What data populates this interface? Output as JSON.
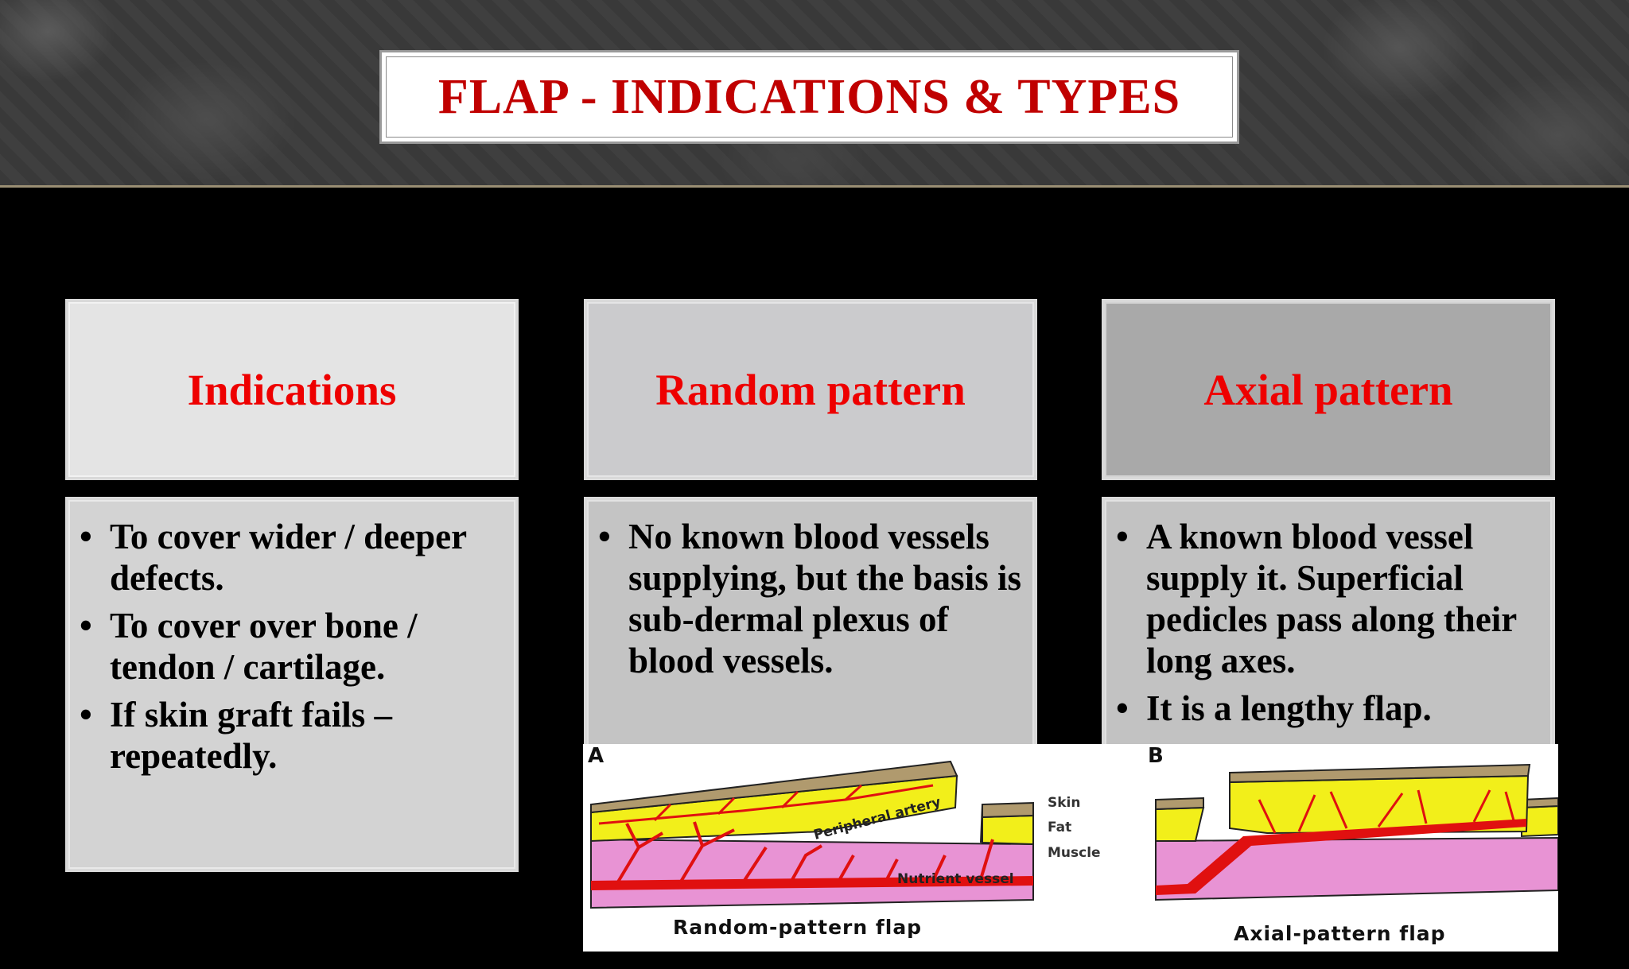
{
  "title": "FLAP - INDICATIONS & TYPES",
  "columns": [
    {
      "heading": "Indications",
      "bullets": [
        "To cover wider / deeper defects.",
        "To cover over bone / tendon / cartilage.",
        "If skin graft fails – repeatedly."
      ]
    },
    {
      "heading": "Random pattern",
      "bullets": [
        "No known blood vessels supplying, but the basis is sub-dermal plexus of blood vessels."
      ]
    },
    {
      "heading": "Axial pattern",
      "bullets": [
        "A known blood vessel supply it. Superficial pedicles pass along their long axes.",
        "It is a lengthy flap."
      ]
    }
  ],
  "figure": {
    "panel_a_label": "A",
    "panel_b_label": "B",
    "peripheral_artery": "Peripheral artery",
    "nutrient_vessel": "Nutrient vessel",
    "layer_skin": "Skin",
    "layer_fat": "Fat",
    "layer_muscle": "Muscle",
    "caption_a": "Random-pattern flap",
    "caption_b": "Axial-pattern flap"
  },
  "colors": {
    "title_red": "#c00000",
    "heading_red": "#ee0000",
    "skin": "#b09a6e",
    "fat": "#f2ef1a",
    "muscle": "#e893d4",
    "vessel": "#e01010"
  }
}
